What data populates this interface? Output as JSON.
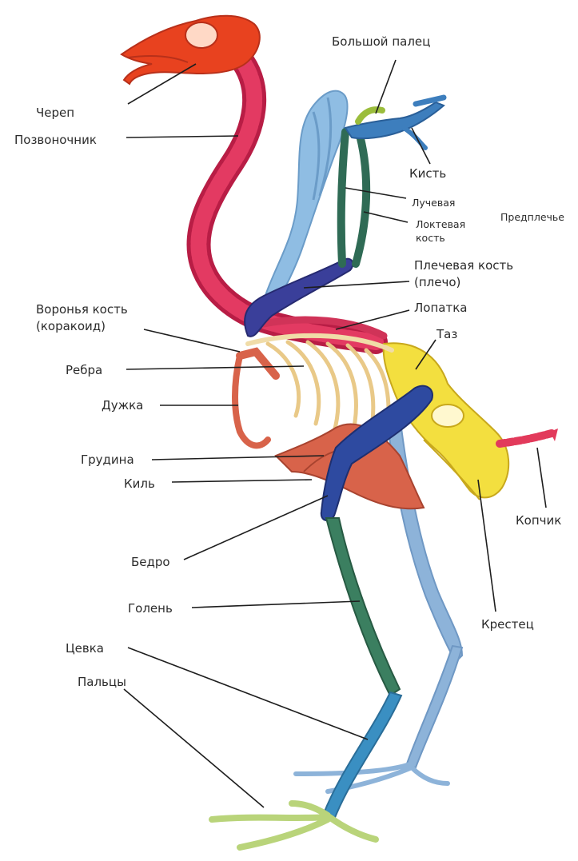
{
  "diagram": {
    "labels": {
      "skull": "Череп",
      "spine": "Позвоночник",
      "thumb": "Большой палец",
      "hand": "Кисть",
      "radius": "Лучевая",
      "ulna_line1": "Локтевая",
      "ulna_line2": "кость",
      "forearm": "Предплечье",
      "humerus_line1": "Плечевая кость",
      "humerus_line2": "(плечо)",
      "coracoid_line1": "Воронья кость",
      "coracoid_line2": "(коракоид)",
      "scapula": "Лопатка",
      "pelvis": "Таз",
      "ribs": "Ребра",
      "furcula": "Дужка",
      "sternum": "Грудина",
      "keel": "Киль",
      "tail": "Копчик",
      "femur": "Бедро",
      "tibia": "Голень",
      "sacrum": "Крестец",
      "tarsus": "Цевка",
      "toes": "Пальцы"
    },
    "colors": {
      "skull": "#e8421f",
      "spine": "#d8244f",
      "wing_far": "#7fb0d8",
      "wing_near_blue": "#4a86c0",
      "humerus": "#3a3f9a",
      "forearm": "#2f6b55",
      "thumb": "#9bbd3c",
      "pelvis": "#f2dc3a",
      "ribs": "#f2d79a",
      "sternum": "#d8634a",
      "femur": "#2e4aa0",
      "tibia": "#3b7f60",
      "tarsus": "#3a8fc2",
      "far_leg": "#8db3d9",
      "toes": "#b9d47a",
      "tail": "#e23a5b",
      "leader": "#1e1e1e"
    }
  }
}
